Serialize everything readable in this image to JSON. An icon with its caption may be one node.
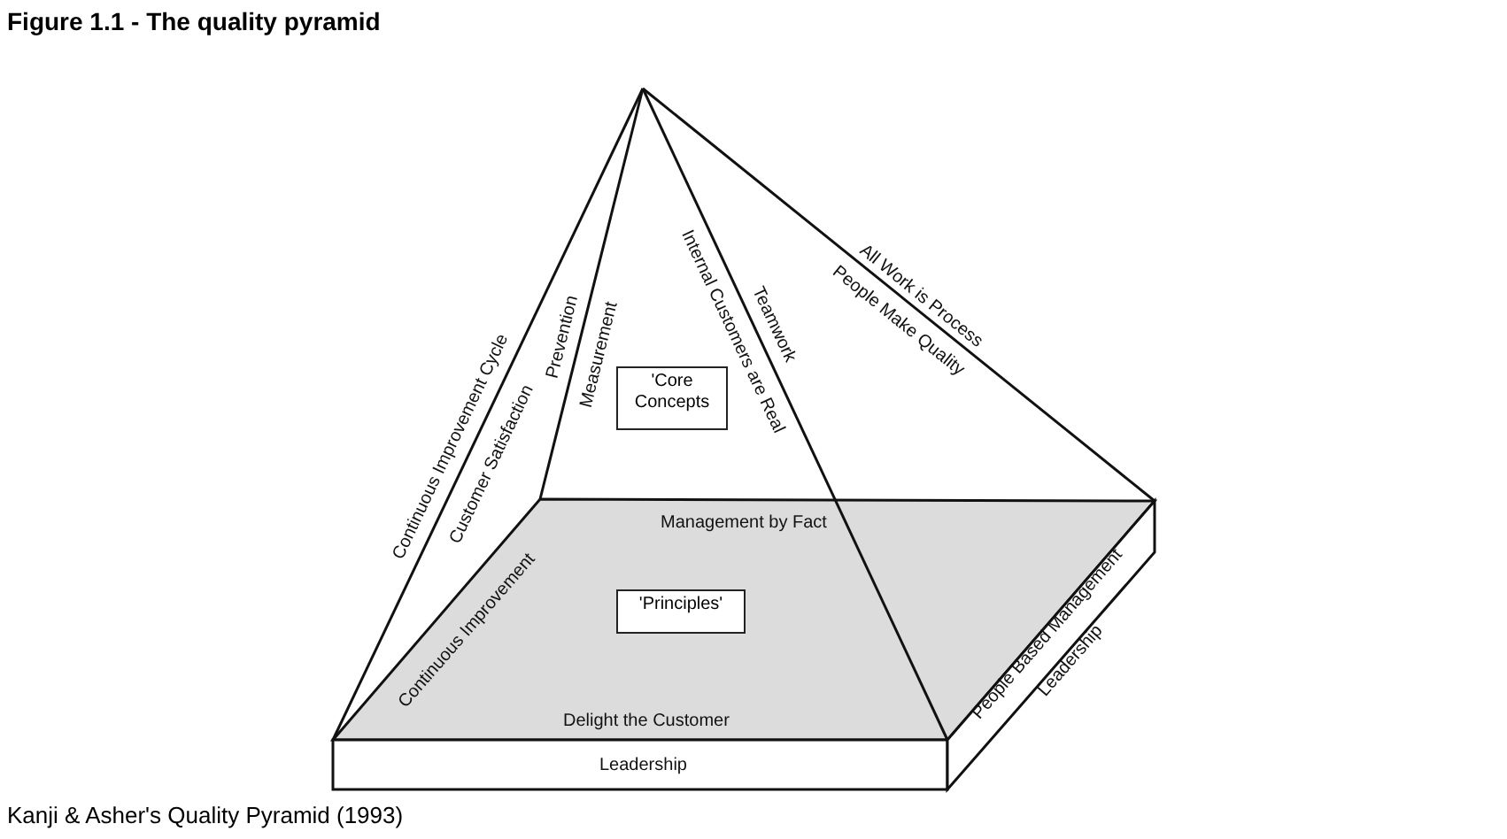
{
  "diagram": {
    "title": "Figure 1.1 - The quality pyramid",
    "caption": "Kanji & Asher's Quality Pyramid (1993)",
    "nodes": [
      {
        "text": [
          "'Core Concepts"
        ]
      },
      {
        "text": [
          "'Principles'"
        ]
      }
    ],
    "labels": [
      "Continuous Improvement Cycle",
      "Customer Satisfaction",
      "Prevention",
      "Measurement",
      "Internal Customers are Real",
      "Teamwork",
      "All Work is Process",
      "People Make Quality",
      "Management by Fact",
      "Continuous Improvement",
      "People Based Management",
      "Leadership",
      "Delight the Customer",
      "Leadership"
    ]
  }
}
